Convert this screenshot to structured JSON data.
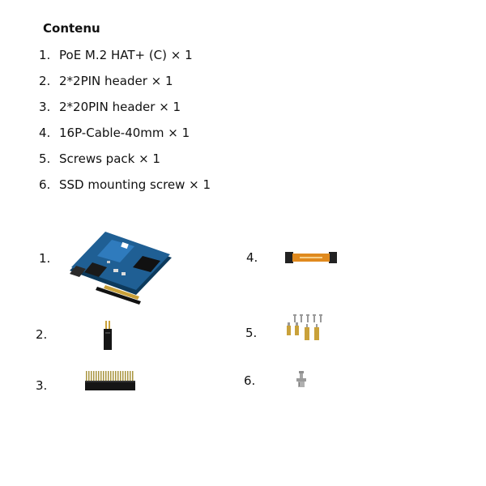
{
  "title": "Contenu",
  "items": [
    {
      "num": "1.",
      "text": "PoE M.2 HAT+ (C) × 1"
    },
    {
      "num": "2.",
      "text": "2*2PIN header × 1"
    },
    {
      "num": "3.",
      "text": "2*20PIN header × 1"
    },
    {
      "num": "4.",
      "text": "16P-Cable-40mm × 1"
    },
    {
      "num": "5.",
      "text": "Screws pack × 1"
    },
    {
      "num": "6.",
      "text": "SSD mounting screw × 1"
    }
  ],
  "photos": [
    {
      "num": "1.",
      "icon": "poe-hat-board-icon"
    },
    {
      "num": "2.",
      "icon": "pin-header-2x2-icon"
    },
    {
      "num": "3.",
      "icon": "pin-header-2x20-icon"
    },
    {
      "num": "4.",
      "icon": "fpc-cable-icon"
    },
    {
      "num": "5.",
      "icon": "screws-pack-icon"
    },
    {
      "num": "6.",
      "icon": "mounting-screw-icon"
    }
  ]
}
